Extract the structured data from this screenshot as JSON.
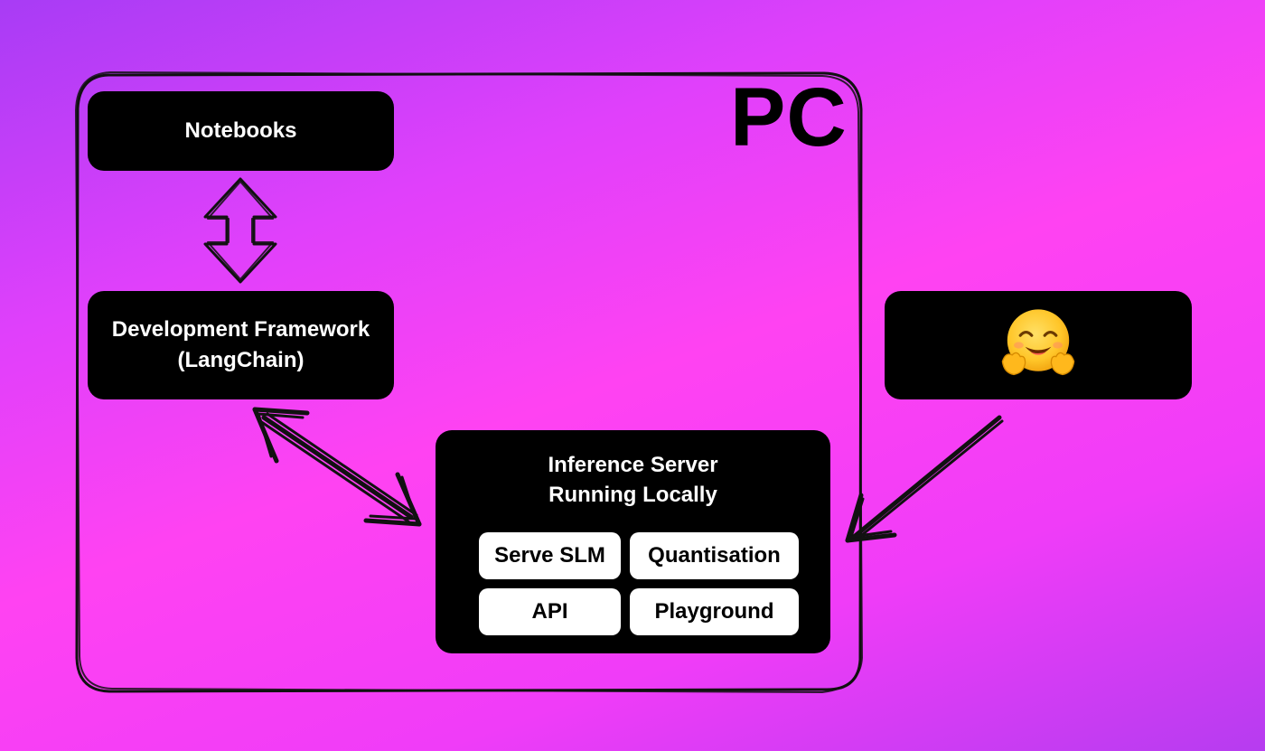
{
  "container": {
    "title": "PC"
  },
  "nodes": {
    "notebooks": "Notebooks",
    "framework_line1": "Development Framework",
    "framework_line2": "(LangChain)",
    "inference_line1": "Inference Server",
    "inference_line2": "Running Locally",
    "hf_icon": "hugging-face-emoji"
  },
  "features": [
    "Serve SLM",
    "Quantisation",
    "API",
    "Playground"
  ],
  "connectors": [
    {
      "from": "Notebooks",
      "to": "Development Framework",
      "style": "hollow double arrow"
    },
    {
      "from": "Development Framework",
      "to": "Inference Server",
      "style": "hand-drawn double arrow"
    },
    {
      "from": "hugging-face-emoji",
      "to": "Inference Server",
      "style": "hand-drawn arrow"
    }
  ],
  "colors": {
    "background_start": "#a83cf5",
    "background_mid": "#ff42f2",
    "box": "#000000",
    "pill": "#ffffff",
    "text_on_box": "#ffffff",
    "text_on_pill": "#000000"
  }
}
